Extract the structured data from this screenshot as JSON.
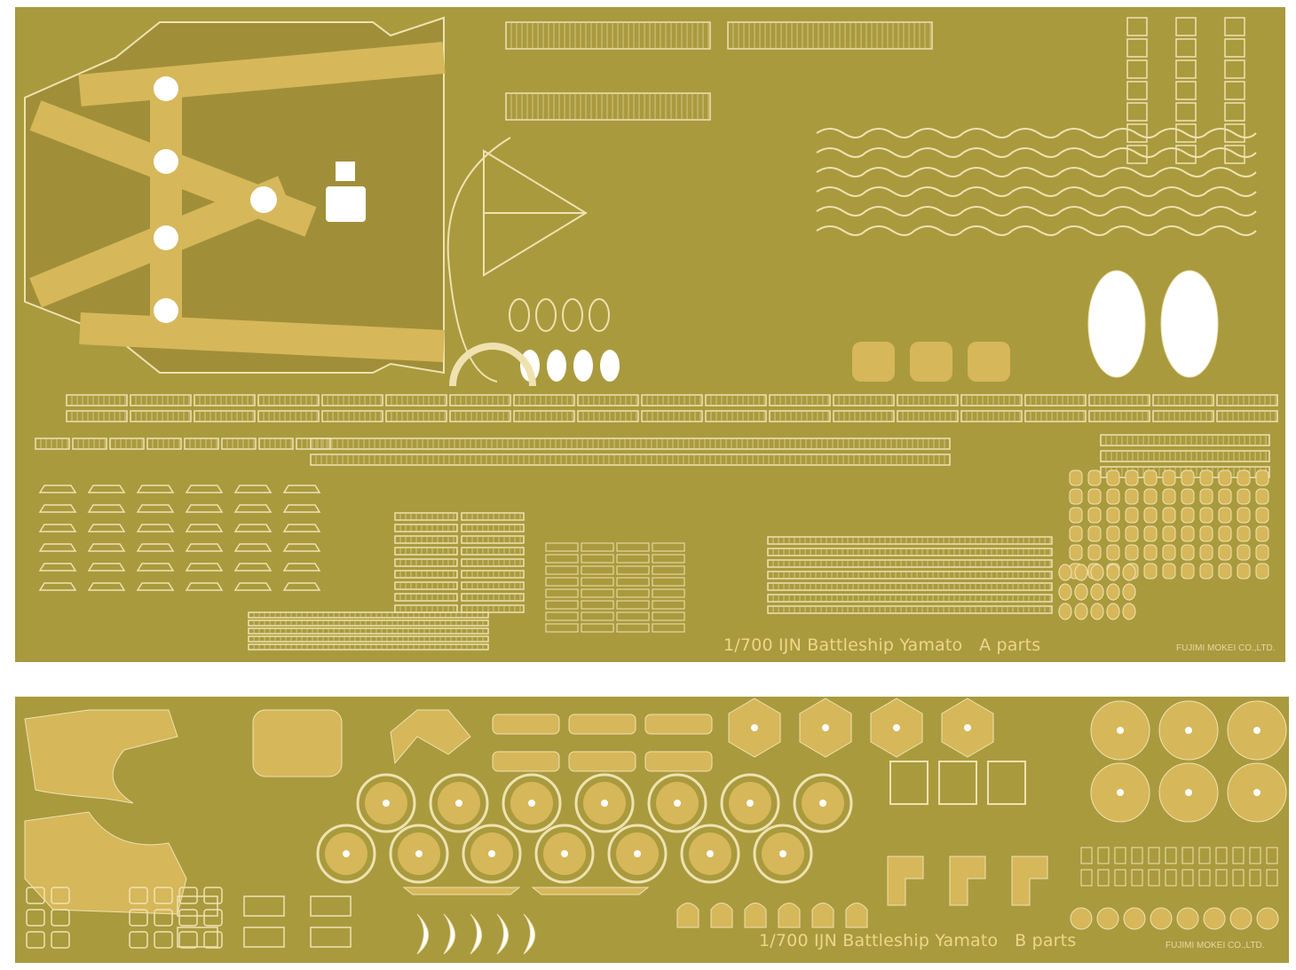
{
  "sheets": [
    {
      "title": "1/700 IJN Battleship Yamato   A parts",
      "maker": "FUJIMI MOKEI CO.,LTD."
    },
    {
      "title": "1/700 IJN Battleship Yamato   B parts",
      "maker": "FUJIMI MOKEI CO.,LTD."
    }
  ],
  "colors": {
    "fret": "#a99a3e",
    "part": "#d6b75a",
    "hole": "#ffffff",
    "edge": "#efe2b0"
  }
}
